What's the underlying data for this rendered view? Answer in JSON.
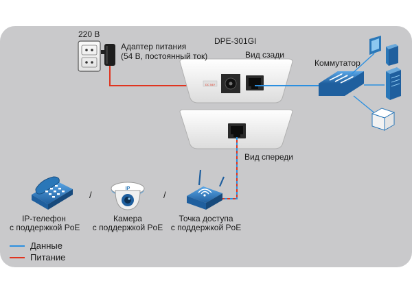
{
  "labels": {
    "voltage": "220 В",
    "adapter_line1": "Адаптер питания",
    "adapter_line2": "(54 В, постоянный ток)",
    "model": "DPE-301GI",
    "rear_view": "Вид сзади",
    "switch": "Коммутатор",
    "front_view": "Вид спереди",
    "phone_line1": "IP-телефон",
    "phone_line2": "с поддержкой PoE",
    "camera_line1": "Камера",
    "camera_line2": "с поддержкой PoE",
    "ap_line1": "Точка доступа",
    "ap_line2": "с поддержкой PoE",
    "separator": "/",
    "camera_badge": "IP",
    "injector_tag": "DC 54V"
  },
  "legend": [
    {
      "label": "Данные",
      "color": "#2b8fe0"
    },
    {
      "label": "Питание",
      "color": "#e0341f"
    }
  ],
  "colors": {
    "panel_bg": "#c9c9cb",
    "device_white": "#f4f4f4",
    "device_blue": "#2a77b8",
    "data_line": "#2b8fe0",
    "power_line": "#e0341f"
  },
  "icons": [
    "power-outlet-icon",
    "power-adapter-icon",
    "switch-icon",
    "computer-icon",
    "server-icon",
    "box-device-icon",
    "ip-phone-icon",
    "ip-camera-icon",
    "access-point-icon"
  ]
}
